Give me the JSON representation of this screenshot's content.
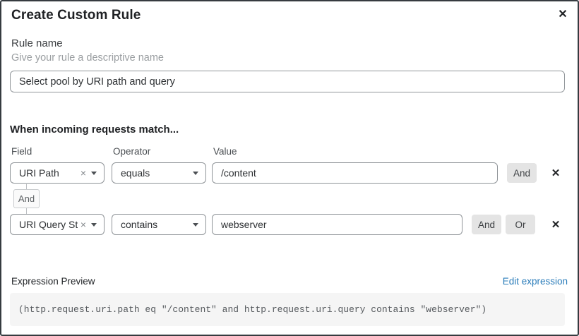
{
  "dialog": {
    "title": "Create Custom Rule"
  },
  "icons": {
    "close": "✕",
    "clear": "×",
    "delete": "✕"
  },
  "rule_name": {
    "label": "Rule name",
    "helper": "Give your rule a descriptive name",
    "value": "Select pool by URI path and query"
  },
  "match": {
    "heading": "When incoming requests match...",
    "field_label": "Field",
    "operator_label": "Operator",
    "value_label": "Value",
    "connector": "And",
    "and_label": "And",
    "or_label": "Or",
    "rows": [
      {
        "field": "URI Path",
        "operator": "equals",
        "value": "/content"
      },
      {
        "field": "URI Query St...",
        "operator": "contains",
        "value": "webserver"
      }
    ]
  },
  "expression": {
    "label": "Expression Preview",
    "edit_link": "Edit expression",
    "code": "(http.request.uri.path eq \"/content\" and http.request.uri.query contains \"webserver\")"
  },
  "colors": {
    "link": "#2a7cba",
    "button_bg": "#e4e4e4",
    "border": "#8f9498"
  }
}
